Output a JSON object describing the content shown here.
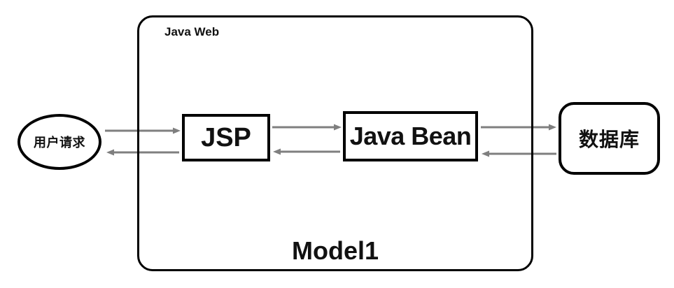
{
  "title": "Java Web Model1 architecture diagram",
  "colors": {
    "background": "#ffffff",
    "border": "#000000",
    "arrow": "#7f7f7f",
    "text": "#111111"
  },
  "nodes": {
    "user": {
      "label": "用户请求",
      "shape": "ellipse"
    },
    "container": {
      "label": "Java Web",
      "caption": "Model1",
      "shape": "rounded-rect"
    },
    "jsp": {
      "label": "JSP",
      "shape": "rect"
    },
    "bean": {
      "label": "Java Bean",
      "shape": "rect"
    },
    "db": {
      "label": "数据库",
      "shape": "rounded-rect"
    }
  },
  "edges": [
    {
      "from": "user-request",
      "to": "jsp"
    },
    {
      "from": "jsp",
      "to": "user-request"
    },
    {
      "from": "jsp",
      "to": "java-bean"
    },
    {
      "from": "java-bean",
      "to": "jsp"
    },
    {
      "from": "java-bean",
      "to": "database"
    },
    {
      "from": "database",
      "to": "java-bean"
    }
  ]
}
